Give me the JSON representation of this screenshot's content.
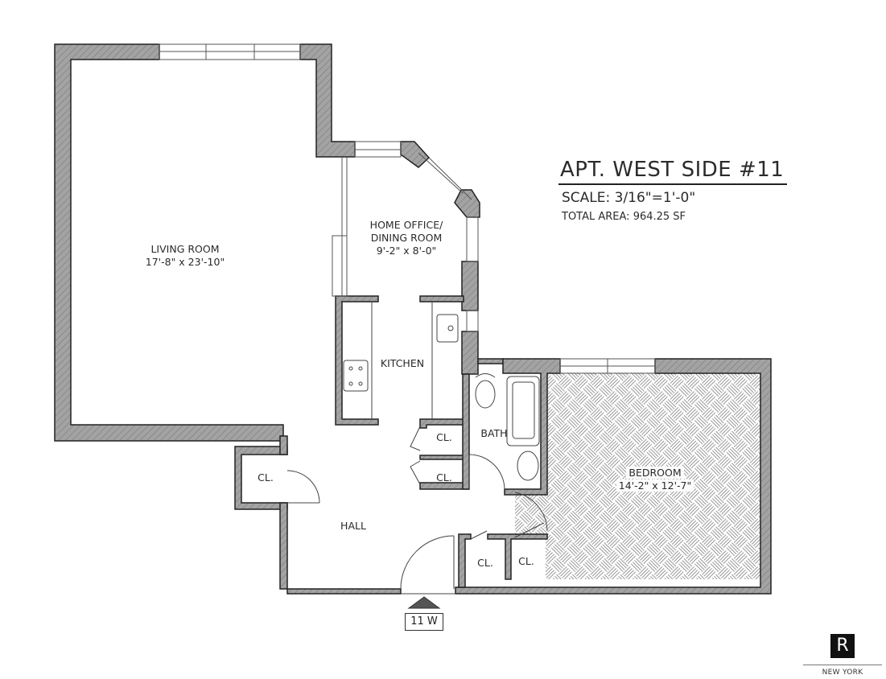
{
  "title": {
    "name": "APT. WEST SIDE #11",
    "scale": "SCALE: 3/16\"=1'-0\"",
    "total_area": "TOTAL AREA: 964.25 SF"
  },
  "rooms": {
    "living": {
      "name": "LIVING ROOM",
      "dims": "17'-8\" x 23'-10\""
    },
    "office": {
      "name_line1": "HOME OFFICE/",
      "name_line2": "DINING ROOM",
      "dims": "9'-2\" x 8'-0\""
    },
    "kitchen": {
      "name": "KITCHEN"
    },
    "bath": {
      "name": "BATH"
    },
    "bedroom": {
      "name": "BEDROOM",
      "dims": "14'-2\" x 12'-7\""
    },
    "hall": {
      "name": "HALL"
    },
    "closets": [
      "CL.",
      "CL.",
      "CL.",
      "CL.",
      "CL."
    ]
  },
  "entry": {
    "label": "11 W"
  },
  "brand": {
    "logo": "R",
    "city": "NEW YORK"
  },
  "colors": {
    "wall_fill": "#9a9a9a",
    "wall_line": "#222222",
    "hatch": "#8a8a8a",
    "background": "#ffffff"
  }
}
